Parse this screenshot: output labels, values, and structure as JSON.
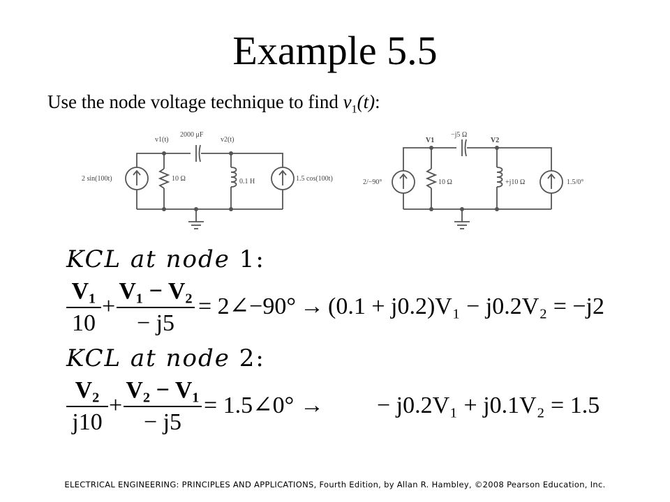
{
  "slide": {
    "title": "Example 5.5",
    "instruction_prefix": "Use the node voltage technique to find ",
    "instruction_var": "v",
    "instruction_sub": "1",
    "instruction_arg": "(t)",
    "instruction_suffix": ":"
  },
  "circuit_time": {
    "node1": "v1(t)",
    "node2": "v2(t)",
    "capacitor": "2000 μF",
    "resistor": "10 Ω",
    "inductor": "0.1 H",
    "source_left": "2 sin(100t)",
    "source_right": "1.5 cos(100t)"
  },
  "circuit_phasor": {
    "node1": "V1",
    "node2": "V2",
    "capacitor": "−j5 Ω",
    "resistor": "10 Ω",
    "inductor": "+j10 Ω",
    "source_left": "2/−90°",
    "source_right": "1.5/0°"
  },
  "equations": {
    "kcl1_label": "KCL at node ",
    "kcl1_num": "1:",
    "eq1": {
      "f1_num": "V₁",
      "f1_den": "10",
      "plus": "+",
      "f2_num": "V₁ − V₂",
      "f2_den": "− j5",
      "rhs": "= 2∠−90°",
      "arrow": "→",
      "result": "(0.1 + j0.2)V₁ − j0.2V₂ = −j2"
    },
    "kcl2_label": "KCL at node ",
    "kcl2_num": "2:",
    "eq2": {
      "f1_num": "V₂",
      "f1_den": "j10",
      "plus": "+",
      "f2_num": "V₂ − V₁",
      "f2_den": "− j5",
      "rhs": "= 1.5∠0°",
      "arrow": "→",
      "result": "− j0.2V₁ + j0.1V₂ = 1.5"
    }
  },
  "footer": "ELECTRICAL ENGINEERING: PRINCIPLES AND APPLICATIONS, Fourth Edition, by Allan R. Hambley, ©2008 Pearson Education, Inc."
}
